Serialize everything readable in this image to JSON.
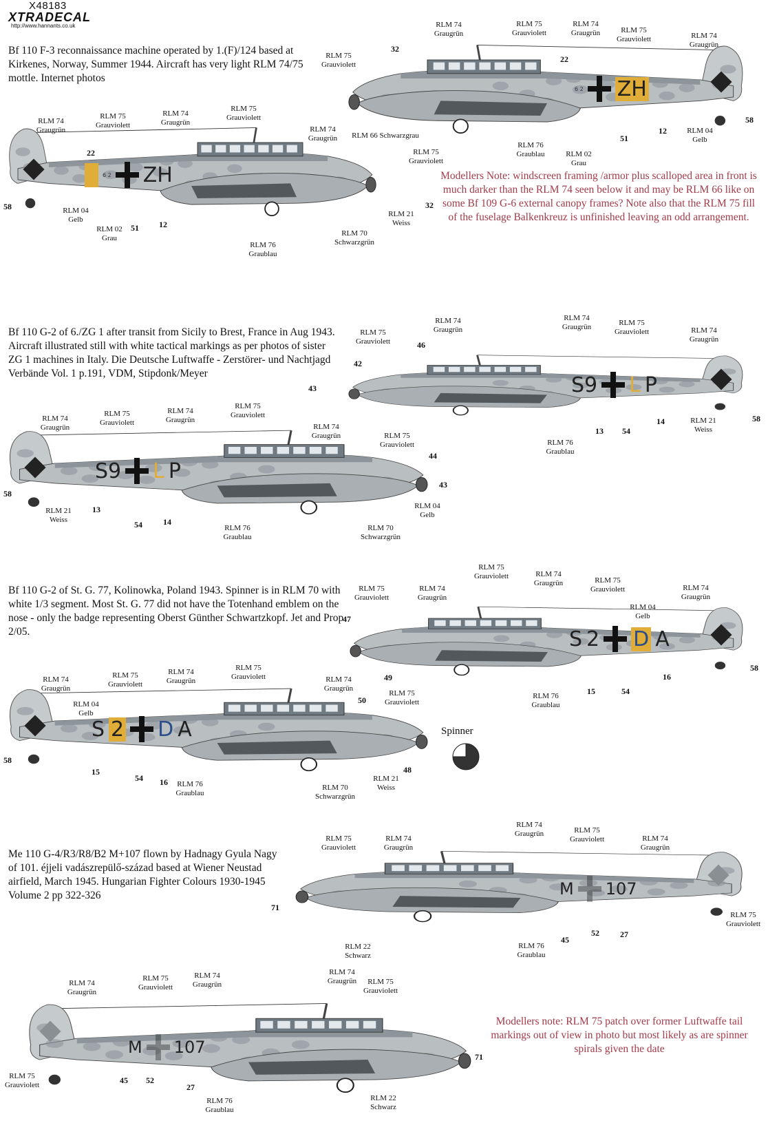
{
  "header": {
    "product_code": "X48183",
    "brand": "XTRADECAL",
    "url": "http://www.hannants.co.uk"
  },
  "colors": {
    "note": "#a33a48",
    "yellow": "#e0ad38",
    "blue": "#2b4e8a",
    "base": "#b9bec1",
    "mottle": "#8d959b"
  },
  "profiles": [
    {
      "description": "Bf 110 F-3 reconnaissance machine operated by 1.(F)/124 based at Kirkenes, Norway, Summer 1944. Aircraft has very light RLM 74/75 mottle. Internet photos",
      "note": "Modellers Note: windscreen framing /armor plus scalloped area in front is much darker than the RLM 74 seen below it and may be RLM 66 like on some Bf 109 G-6 external canopy frames? Note also that the RLM 75 fill of the fuselage Balkenkreuz is unfinished leaving an odd arrangement.",
      "codes": {
        "left": "",
        "right": "ZH",
        "werknummer": "6 2"
      },
      "labels": [
        "RLM 74\nGraugrün",
        "RLM 75\nGrauviolett",
        "RLM 74\nGraugrün",
        "RLM 75\nGrauviolett",
        "RLM 74\nGraugrün",
        "RLM 75\nGrauviolett",
        "32",
        "22",
        "RLM 66 Schwarzgrau",
        "RLM 76\nGraublau",
        "RLM 02\nGrau",
        "51",
        "12",
        "RLM 04\nGelb",
        "58",
        "RLM 74\nGraugrün",
        "RLM 75\nGrauviolett",
        "RLM 74\nGraugrün",
        "RLM 75\nGrauviolett",
        "RLM 74\nGraugrün",
        "22",
        "RLM 75\nGrauviolett",
        "58",
        "RLM 04\nGelb",
        "RLM 02\nGrau",
        "51",
        "12",
        "32",
        "RLM 21\nWeiss",
        "RLM 70\nSchwarzgrün",
        "RLM 76\nGraublau"
      ]
    },
    {
      "description": "Bf 110 G-2 of 6./ZG 1 after transit from Sicily to Brest, France in Aug 1943. Aircraft illustrated still with white tactical markings as per photos of sister ZG 1 machines in Italy. Die Deutsche Luftwaffe - Zerstörer- und Nachtjagd Verbände Vol. 1 p.191, VDM, Stipdonk/Meyer",
      "codes": {
        "left": "S9",
        "right_a": "L",
        "right_b": "P"
      },
      "labels": [
        "RLM 75\nGrauviolett",
        "RLM 74\nGraugrün",
        "RLM 74\nGraugrün",
        "RLM 75\nGrauviolett",
        "RLM 74\nGraugrün",
        "46",
        "42",
        "43",
        "RLM 76\nGraublau",
        "13",
        "54",
        "14",
        "RLM 21\nWeiss",
        "58",
        "RLM 74\nGraugrün",
        "RLM 75\nGrauviolett",
        "RLM 74\nGraugrün",
        "RLM 75\nGrauviolett",
        "RLM 74\nGraugrün",
        "RLM 75\nGrauviolett",
        "44",
        "43",
        "RLM 04\nGelb",
        "RLM 70\nSchwarzgrün",
        "RLM 76\nGraublau",
        "58",
        "RLM 21\nWeiss",
        "13",
        "54",
        "14"
      ]
    },
    {
      "description": "Bf 110 G-2 of St. G. 77, Kolinowka, Poland 1943. Spinner is in RLM 70 with white 1/3 segment. Most St. G. 77 did not have the Totenhand emblem on the nose - only the badge representing Oberst Günther Schwartzkopf. Jet and Prop 2/05.",
      "spinner_label": "Spinner",
      "codes": {
        "left_a": "S",
        "left_b": "2",
        "right_a": "D",
        "right_b": "A"
      },
      "labels": [
        "RLM 75\nGrauviolett",
        "RLM 74\nGraugrün",
        "RLM 75\nGrauviolett",
        "RLM 74\nGraugrün",
        "RLM 75\nGrauviolett",
        "RLM 74\nGraugrün",
        "RLM 04\nGelb",
        "47",
        "58",
        "16",
        "54",
        "15",
        "RLM 76\nGraublau",
        "RLM 74\nGraugrün",
        "RLM 75\nGrauviolett",
        "RLM 74\nGraugrün",
        "RLM 75\nGrauviolett",
        "RLM 74\nGraugrün",
        "RLM 04\nGelb",
        "49",
        "50",
        "RLM 75\nGrauviolett",
        "58",
        "15",
        "54",
        "16",
        "RLM 76\nGraublau",
        "RLM 70\nSchwarzgrün",
        "RLM 21\nWeiss",
        "48"
      ]
    },
    {
      "description": "Me 110 G-4/R3/R8/B2 M+107 flown by Hadnagy Gyula Nagy of  101. éjjeli vadászrepülő-század based at Wiener Neustad airfield, March 1945. Hungarian Fighter Colours 1930-1945 Volume 2 pp 322-326",
      "note": "Modellers note: RLM 75 patch over former Luftwaffe tail markings out of view in photo but most likely as are spinner spirals given the date",
      "codes": {
        "left": "M",
        "right": "107"
      },
      "labels": [
        "RLM 74\nGraugrün",
        "RLM 75\nGrauviolett",
        "RLM 74\nGraugrün",
        "RLM 75\nGrauviolett",
        "RLM 74\nGraugrün",
        "71",
        "RLM 22\nSchwarz",
        "RLM 76\nGraublau",
        "45",
        "52",
        "27",
        "RLM 75\nGrauviolett",
        "RLM 74\nGraugrün",
        "RLM 75\nGrauviolett",
        "RLM 74\nGraugrün",
        "RLM 74\nGraugrün",
        "RLM 75\nGrauviolett",
        "RLM 75\nGrauviolett",
        "45",
        "52",
        "27",
        "RLM 76\nGraublau",
        "RLM 22\nSchwarz",
        "71"
      ]
    }
  ]
}
